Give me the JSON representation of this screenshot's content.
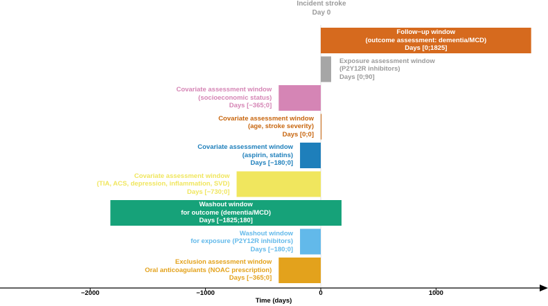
{
  "event": {
    "line1": "Incident stroke",
    "line2": "Day 0"
  },
  "axis": {
    "title": "Time (days)",
    "range": [
      -2780,
      1950
    ],
    "ticks": [
      {
        "value": -2000,
        "label": "−2000"
      },
      {
        "value": -1000,
        "label": "−1000"
      },
      {
        "value": 0,
        "label": "0"
      },
      {
        "value": 1000,
        "label": "1000"
      }
    ]
  },
  "windows": [
    {
      "name": "followup",
      "start": 0,
      "end": 1825,
      "color": "#d66a1e",
      "label_pos": "inside",
      "label": [
        "Follow−up window",
        "(outcome assessment: dementia/MCD)",
        "Days [0;1825]"
      ]
    },
    {
      "name": "exposure",
      "start": 0,
      "end": 90,
      "color": "#a6a6a6",
      "label_pos": "right",
      "label": [
        "Exposure assessment window",
        "(P2Y12R inhibitors)",
        "Days [0;90]"
      ]
    },
    {
      "name": "cov-ses",
      "start": -365,
      "end": 0,
      "color": "#d585b5",
      "label_pos": "left",
      "label": [
        "Covariate assessment window",
        "(socioeconomic status)",
        "Days [−365;0]"
      ]
    },
    {
      "name": "cov-age",
      "start": 0,
      "end": 0,
      "color": "#c7650d",
      "label_pos": "left",
      "label": [
        "Covariate assessment window",
        "(age, stroke severity)",
        "Days [0;0]"
      ]
    },
    {
      "name": "cov-aspirin",
      "start": -180,
      "end": 0,
      "color": "#1e7fbb",
      "label_pos": "left",
      "label": [
        "Covariate assessment window",
        "(aspirin, statins)",
        "Days [−180;0]"
      ]
    },
    {
      "name": "cov-tia",
      "start": -730,
      "end": 0,
      "color": "#f0e65e",
      "label_pos": "left",
      "label": [
        "Covariate assessment window",
        "(TIA, ACS, depression, inflammation, SVD)",
        "Days [−730;0]"
      ]
    },
    {
      "name": "washout-outcome",
      "start": -1825,
      "end": 180,
      "color": "#16a279",
      "label_pos": "inside",
      "label": [
        "Washout window",
        "for outcome (dementia/MCD)",
        "Days [−1825;180]"
      ]
    },
    {
      "name": "washout-exposure",
      "start": -180,
      "end": 0,
      "color": "#62b9ea",
      "label_pos": "left",
      "label": [
        "Washout window",
        "for exposure (P2Y12R inhibitors)",
        "Days [−180;0]"
      ]
    },
    {
      "name": "exclusion",
      "start": -365,
      "end": 0,
      "color": "#e3a21c",
      "label_pos": "left",
      "label": [
        "Exclusion assessment window",
        "Oral anticoagulants (NOAC prescription)",
        "Days [−365;0]"
      ]
    }
  ]
}
